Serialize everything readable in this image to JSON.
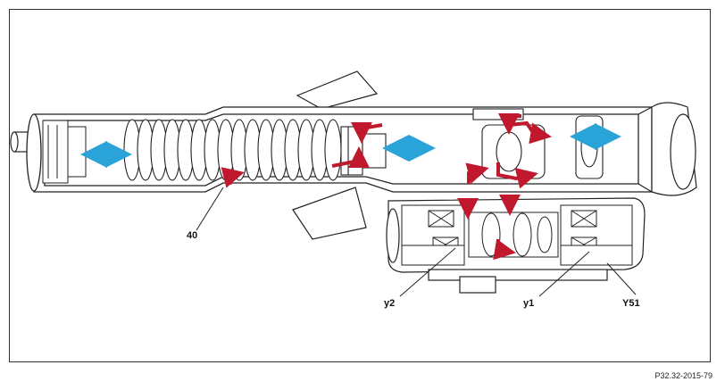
{
  "callouts": {
    "label_40": "40",
    "label_y2": "y2",
    "label_y1": "y1",
    "label_y51": "Y51"
  },
  "reference_code": "P32.32-2015-79",
  "colors": {
    "flow_arrow": "#c0182c",
    "movement_arrow": "#2aa3d8",
    "outline": "#222222"
  }
}
